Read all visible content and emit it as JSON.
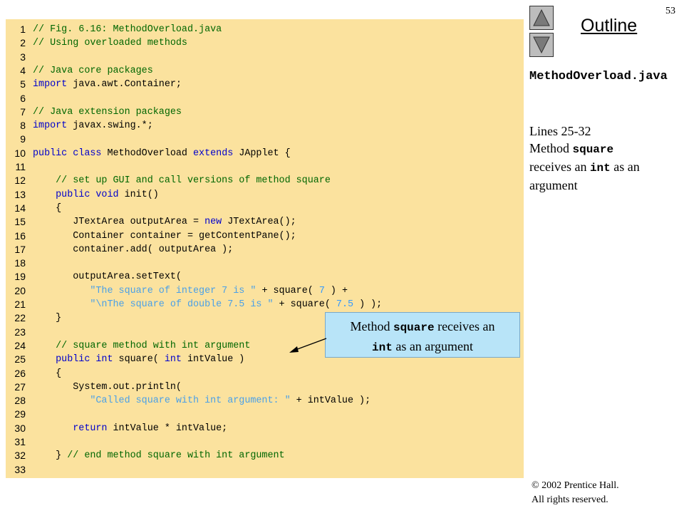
{
  "slide_number": "53",
  "outline": {
    "title": "Outline"
  },
  "nav": {
    "up": "up-arrow-icon",
    "down": "down-arrow-icon"
  },
  "sidebar": {
    "file_name": "MethodOverload.java",
    "lines": "Lines 25-32",
    "method_prefix": "Method ",
    "method_name": "square",
    "receives_prefix": "receives an ",
    "type_name": "int",
    "suffix": " as an argument"
  },
  "callout": {
    "text_1": "Method ",
    "code_1": "square",
    "text_2": " receives an",
    "code_2": "int",
    "text_3": " as an argument"
  },
  "copyright": {
    "line_1": "© 2002 Prentice Hall.",
    "line_2": "All rights reserved."
  },
  "colors": {
    "panel": "#fbe29e",
    "comment": "#006600",
    "keyword": "#0000cc",
    "string": "#4aa0e8",
    "callout": "#b8e4f8"
  },
  "code_lines": [
    {
      "n": "1",
      "tokens": [
        {
          "t": "// Fig. 6.16: MethodOverload.java",
          "c": "cm"
        }
      ]
    },
    {
      "n": "2",
      "tokens": [
        {
          "t": "// Using overloaded methods",
          "c": "cm"
        }
      ]
    },
    {
      "n": "3",
      "tokens": []
    },
    {
      "n": "4",
      "tokens": [
        {
          "t": "// Java core packages",
          "c": "cm"
        }
      ]
    },
    {
      "n": "5",
      "tokens": [
        {
          "t": "import",
          "c": "kw"
        },
        {
          "t": " java.awt.Container;",
          "c": "pl"
        }
      ]
    },
    {
      "n": "6",
      "tokens": []
    },
    {
      "n": "7",
      "tokens": [
        {
          "t": "// Java extension packages",
          "c": "cm"
        }
      ]
    },
    {
      "n": "8",
      "tokens": [
        {
          "t": "import",
          "c": "kw"
        },
        {
          "t": " javax.swing.*;",
          "c": "pl"
        }
      ]
    },
    {
      "n": "9",
      "tokens": []
    },
    {
      "n": "10",
      "tokens": [
        {
          "t": "public class",
          "c": "kw"
        },
        {
          "t": " MethodOverload ",
          "c": "pl"
        },
        {
          "t": "extends",
          "c": "kw"
        },
        {
          "t": " JApplet {",
          "c": "pl"
        }
      ]
    },
    {
      "n": "11",
      "tokens": []
    },
    {
      "n": "12",
      "tokens": [
        {
          "t": "    // set up GUI and call versions of method square",
          "c": "cm"
        }
      ]
    },
    {
      "n": "13",
      "tokens": [
        {
          "t": "    public void",
          "c": "kw"
        },
        {
          "t": " init()",
          "c": "pl"
        }
      ]
    },
    {
      "n": "14",
      "tokens": [
        {
          "t": "    {",
          "c": "pl"
        }
      ]
    },
    {
      "n": "15",
      "tokens": [
        {
          "t": "       JTextArea outputArea = ",
          "c": "pl"
        },
        {
          "t": "new",
          "c": "kw"
        },
        {
          "t": " JTextArea();",
          "c": "pl"
        }
      ]
    },
    {
      "n": "16",
      "tokens": [
        {
          "t": "       Container container = getContentPane();",
          "c": "pl"
        }
      ]
    },
    {
      "n": "17",
      "tokens": [
        {
          "t": "       container.add( outputArea );",
          "c": "pl"
        }
      ]
    },
    {
      "n": "18",
      "tokens": []
    },
    {
      "n": "19",
      "tokens": [
        {
          "t": "       outputArea.setText(",
          "c": "pl"
        }
      ]
    },
    {
      "n": "20",
      "tokens": [
        {
          "t": "          ",
          "c": "pl"
        },
        {
          "t": "\"The square of integer 7 is \"",
          "c": "st"
        },
        {
          "t": " + square( ",
          "c": "pl"
        },
        {
          "t": "7",
          "c": "nm"
        },
        {
          "t": " ) +",
          "c": "pl"
        }
      ]
    },
    {
      "n": "21",
      "tokens": [
        {
          "t": "          ",
          "c": "pl"
        },
        {
          "t": "\"\\nThe square of double 7.5 is \"",
          "c": "st"
        },
        {
          "t": " + square( ",
          "c": "pl"
        },
        {
          "t": "7.5",
          "c": "nm"
        },
        {
          "t": " ) );",
          "c": "pl"
        }
      ]
    },
    {
      "n": "22",
      "tokens": [
        {
          "t": "    }",
          "c": "pl"
        }
      ]
    },
    {
      "n": "23",
      "tokens": []
    },
    {
      "n": "24",
      "tokens": [
        {
          "t": "    // square method with int argument",
          "c": "cm"
        }
      ]
    },
    {
      "n": "25",
      "tokens": [
        {
          "t": "    public int",
          "c": "kw"
        },
        {
          "t": " square( ",
          "c": "pl"
        },
        {
          "t": "int",
          "c": "kw"
        },
        {
          "t": " intValue )",
          "c": "pl"
        }
      ]
    },
    {
      "n": "26",
      "tokens": [
        {
          "t": "    {",
          "c": "pl"
        }
      ]
    },
    {
      "n": "27",
      "tokens": [
        {
          "t": "       System.out.println(",
          "c": "pl"
        }
      ]
    },
    {
      "n": "28",
      "tokens": [
        {
          "t": "          ",
          "c": "pl"
        },
        {
          "t": "\"Called square with int argument: \"",
          "c": "st"
        },
        {
          "t": " + intValue );",
          "c": "pl"
        }
      ]
    },
    {
      "n": "29",
      "tokens": []
    },
    {
      "n": "30",
      "tokens": [
        {
          "t": "       return",
          "c": "kw"
        },
        {
          "t": " intValue * intValue;",
          "c": "pl"
        }
      ]
    },
    {
      "n": "31",
      "tokens": []
    },
    {
      "n": "32",
      "tokens": [
        {
          "t": "    } ",
          "c": "pl"
        },
        {
          "t": "// end method square with int argument",
          "c": "cm"
        }
      ]
    },
    {
      "n": "33",
      "tokens": []
    }
  ]
}
